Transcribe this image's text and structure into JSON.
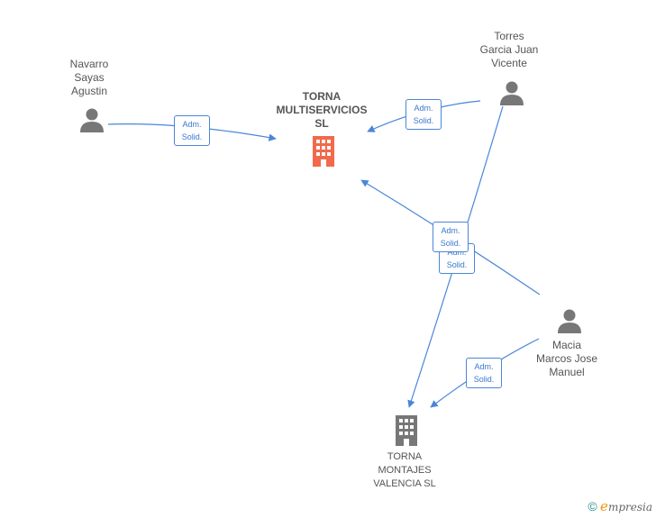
{
  "companies": {
    "torna_multiservicios": {
      "label": "TORNA\nMULTISERVICIOS\nSL",
      "color": "#f26a4b"
    },
    "torna_montajes": {
      "label": "TORNA\nMONTAJES\nVALENCIA  SL",
      "color": "#777777"
    }
  },
  "people": {
    "navarro": {
      "label": "Navarro\nSayas\nAgustin"
    },
    "torres": {
      "label": "Torres\nGarcia Juan\nVicente"
    },
    "macia": {
      "label": "Macia\nMarcos Jose\nManuel"
    }
  },
  "edges": {
    "navarro_multi": "Adm.\nSolid.",
    "torres_multi": "Adm.\nSolid.",
    "torres_montajes": "Adm.\nSolid.",
    "macia_multi": "Adm.\nSolid.",
    "macia_montajes": "Adm.\nSolid."
  },
  "colors": {
    "edge": "#4a86d8",
    "person_icon": "#777777"
  },
  "footer": {
    "copyright": "©",
    "brand_initial": "e",
    "brand_rest": "mpresia"
  }
}
